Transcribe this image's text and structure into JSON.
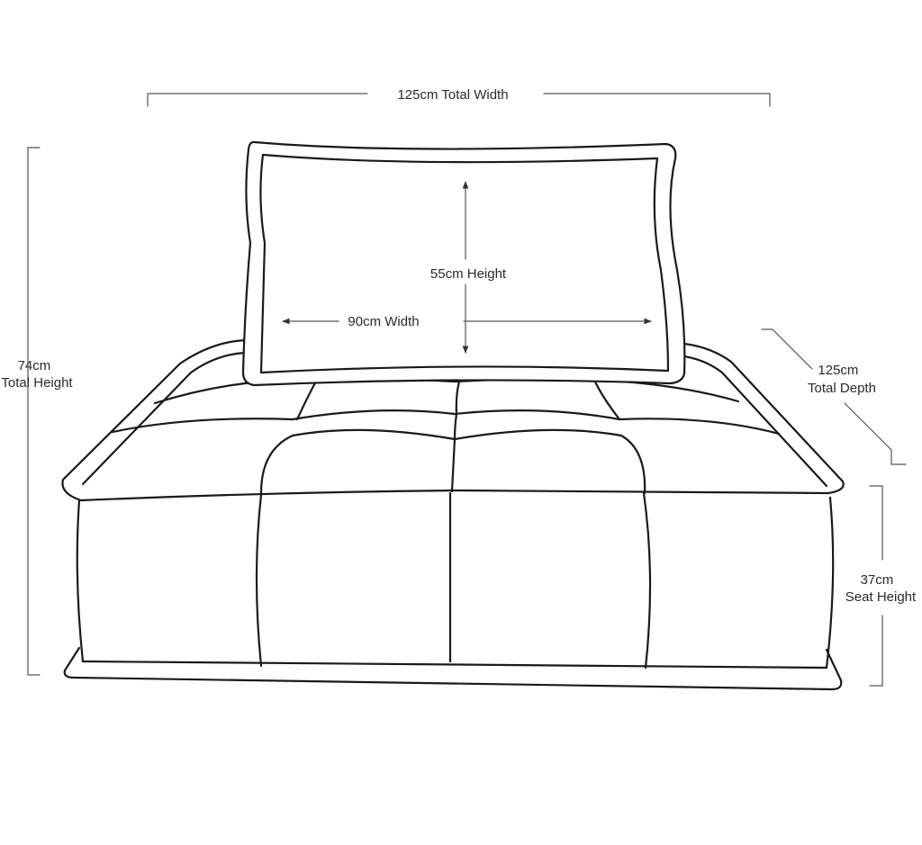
{
  "dimensions": {
    "total_width": "125cm Total Width",
    "pillow_height": "55cm Height",
    "pillow_width": "90cm Width",
    "total_height": [
      "74cm",
      "Total Height"
    ],
    "total_depth": [
      "125cm",
      "Total Depth"
    ],
    "seat_height": [
      "37cm",
      "Seat Height"
    ]
  },
  "colors": {
    "line": "#1a1a1a",
    "dimension": "#555555",
    "background": "#ffffff"
  }
}
